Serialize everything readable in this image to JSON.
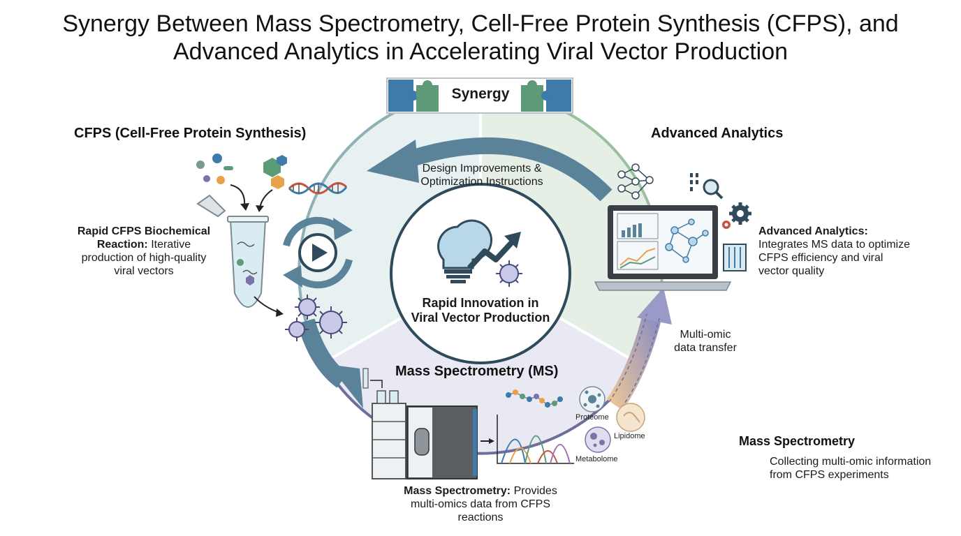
{
  "title": {
    "line1": "Synergy Between Mass Spectrometry, Cell-Free Protein Synthesis (CFPS), and",
    "line2": "Advanced Analytics in Accelerating Viral Vector Production"
  },
  "synergy_label": "Synergy",
  "center": {
    "line1": "Rapid Innovation in",
    "line2": "Viral Vector Production"
  },
  "cfps": {
    "heading": "CFPS (Cell-Free Protein Synthesis)",
    "desc_bold1": "Rapid CFPS Biochemical",
    "desc_bold2": "Reaction:",
    "desc_rest1": " Iterative",
    "desc_line3": "production of high-quality",
    "desc_line4": "viral vectors"
  },
  "analytics": {
    "heading": "Advanced Analytics",
    "desc_bold": "Advanced Analytics:",
    "desc_line2": "Integrates MS data to optimize",
    "desc_line3": "CFPS efficiency and viral",
    "desc_line4": "vector quality"
  },
  "feedback_arrow": {
    "line1": "Design Improvements &",
    "line2": "Optimization Instructions"
  },
  "transfer_arrow": {
    "line1": "Multi-omic",
    "line2": "data transfer"
  },
  "ms": {
    "heading": "Mass Spectrometry (MS)",
    "desc_bold": "Mass Spectrometry:",
    "desc_rest1": " Provides",
    "desc_line2": "multi-omics data from CFPS",
    "desc_line3": "reactions"
  },
  "omics": {
    "proteome": "Proteome",
    "lipidome": "Lipidome",
    "metabolome": "Metabolome"
  },
  "side_note": {
    "heading": "Mass Spectrometry",
    "line1": "Collecting multi-omic information",
    "line2": "from CFPS experiments"
  },
  "colors": {
    "cfps_sector": "#e8f1f2",
    "analytics_sector": "#e6efe6",
    "ms_sector": "#e9e9f3",
    "ring_cfps": "#8fb0b4",
    "ring_analytics": "#9cbf9e",
    "ring_ms": "#6e6e9a",
    "arrow_blue": "#5a8299",
    "puzzle_blue": "#3f7ba8",
    "puzzle_green": "#5c9a78"
  },
  "icons": [
    "lightbulb-icon",
    "trend-arrow-icon",
    "virus-icon",
    "dna-icon",
    "test-tube-icon",
    "cycle-play-icon",
    "laptop-icon",
    "neural-network-icon",
    "gear-icon",
    "magnifier-icon",
    "server-icon",
    "puzzle-icon",
    "chromatograph-icon"
  ]
}
